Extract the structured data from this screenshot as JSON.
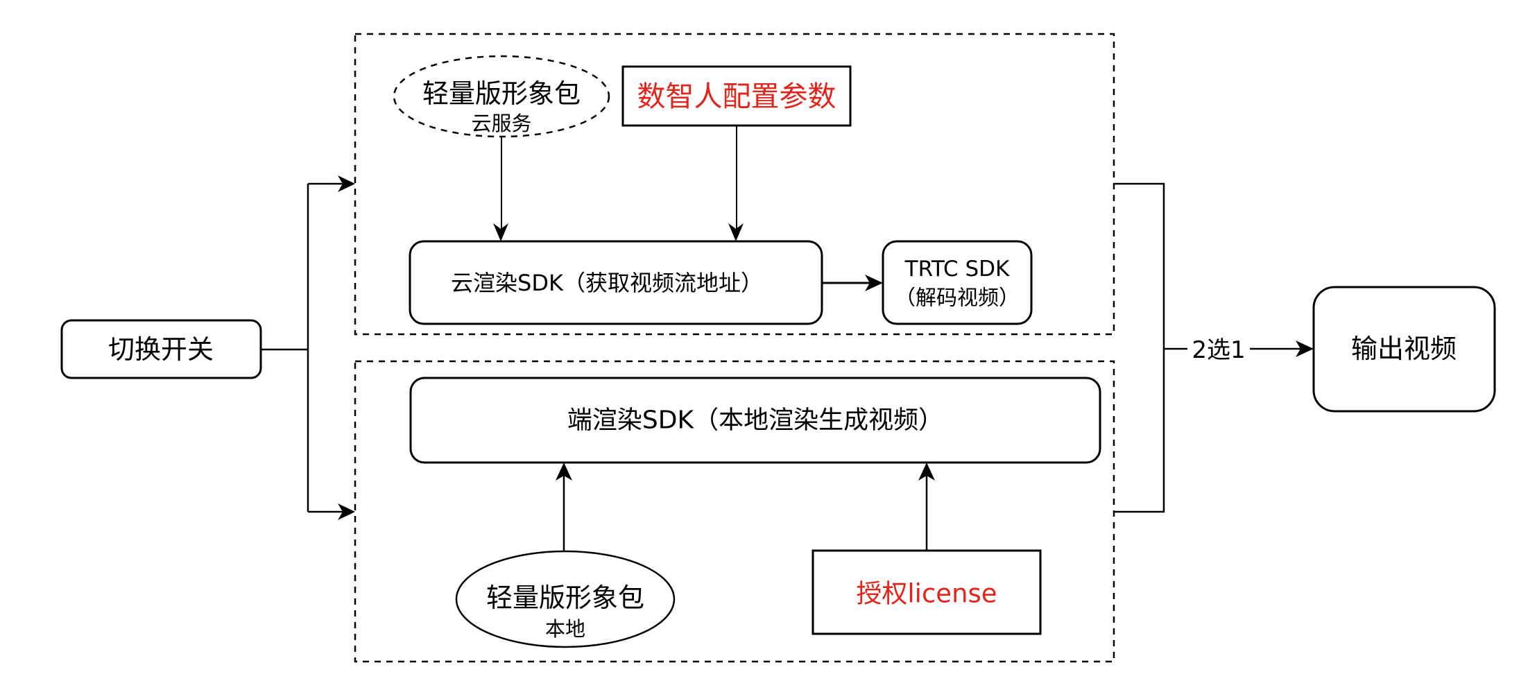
{
  "diagram": {
    "switch": {
      "label": "切换开关"
    },
    "cloud_group": {
      "avatar_pack": {
        "title": "轻量版形象包",
        "subtitle": "云服务"
      },
      "config_params": {
        "label": "数智人配置参数",
        "color": "#e1251b"
      },
      "cloud_sdk": {
        "label": "云渲染SDK（获取视频流地址）"
      },
      "trtc_sdk": {
        "line1": "TRTC SDK",
        "line2": "（解码视频）"
      }
    },
    "local_group": {
      "local_sdk": {
        "label": "端渲染SDK（本地渲染生成视频）"
      },
      "avatar_pack": {
        "title": "轻量版形象包",
        "subtitle": "本地"
      },
      "license": {
        "label": "授权license",
        "color": "#e1251b"
      }
    },
    "merge_label": "2选1",
    "output": {
      "label": "输出视频"
    },
    "edges": [
      {
        "from": "switch",
        "to": "cloud_group"
      },
      {
        "from": "switch",
        "to": "local_group"
      },
      {
        "from": "cloud_group.avatar_pack",
        "to": "cloud_sdk"
      },
      {
        "from": "config_params",
        "to": "cloud_sdk"
      },
      {
        "from": "cloud_sdk",
        "to": "trtc_sdk"
      },
      {
        "from": "local_group.avatar_pack",
        "to": "local_sdk"
      },
      {
        "from": "license",
        "to": "local_sdk"
      },
      {
        "from": "cloud_group",
        "to": "output",
        "label": "2选1"
      },
      {
        "from": "local_group",
        "to": "output",
        "label": "2选1"
      }
    ]
  }
}
